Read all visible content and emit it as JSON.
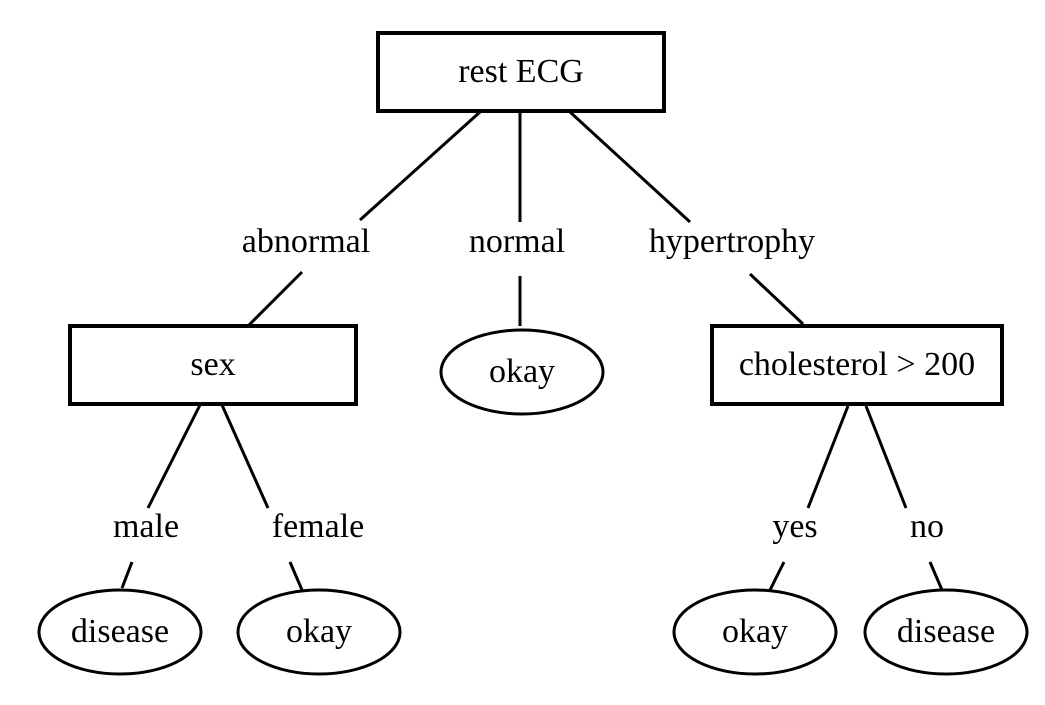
{
  "tree": {
    "root": {
      "label": "rest ECG"
    },
    "branches": {
      "abnormal": "abnormal",
      "normal": "normal",
      "hypertrophy": "hypertrophy",
      "male": "male",
      "female": "female",
      "yes": "yes",
      "no": "no"
    },
    "nodes": {
      "sex": "sex",
      "cholesterol": "cholesterol > 200"
    },
    "leaves": {
      "normal_okay": "okay",
      "male_disease": "disease",
      "female_okay": "okay",
      "yes_okay": "okay",
      "no_disease": "disease"
    }
  }
}
